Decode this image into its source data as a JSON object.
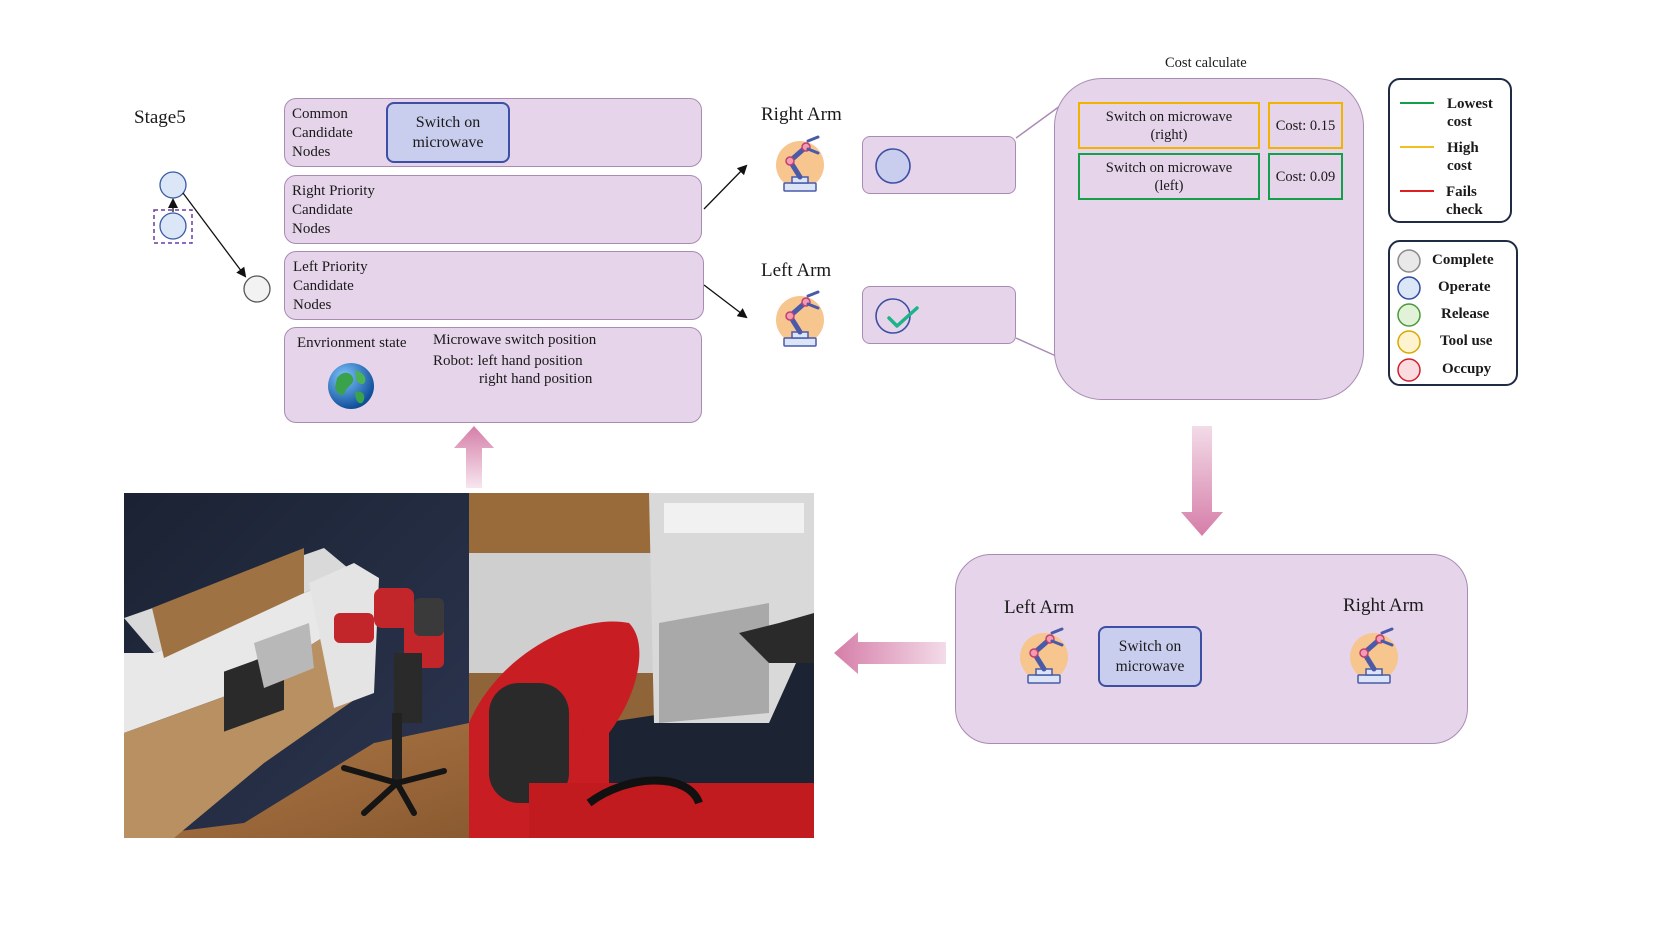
{
  "stage_label": "Stage5",
  "nodes_panel": {
    "common_label": "Common\nCandidate\nNodes",
    "common_task": "Switch on\nmicrowave",
    "right_label": "Right Priority\nCandidate\nNodes",
    "left_label": "Left Priority\nCandidate\nNodes",
    "env_label": "Envrionment state",
    "env_line1": "Microwave switch position",
    "env_line2": "Robot: left hand position",
    "env_line3": "right hand position"
  },
  "arms": {
    "right_label": "Right Arm",
    "left_label": "Left Arm"
  },
  "cost": {
    "title": "Cost calculate",
    "rows": [
      {
        "task": "Switch on microwave\n(right)",
        "cost": "Cost: 0.15",
        "color": "#f0b400"
      },
      {
        "task": "Switch on microwave\n(left)",
        "cost": "Cost: 0.09",
        "color": "#12a14a"
      }
    ]
  },
  "legend_lines": [
    {
      "label": "Lowest\ncost",
      "color": "#12a14a"
    },
    {
      "label": "High\ncost",
      "color": "#f0c020"
    },
    {
      "label": "Fails\ncheck",
      "color": "#e02020"
    }
  ],
  "legend_states": [
    {
      "label": "Complete",
      "fill": "#e9e9e9",
      "stroke": "#8a8a8a"
    },
    {
      "label": "Operate",
      "fill": "#dbe6f7",
      "stroke": "#2e4aa0"
    },
    {
      "label": "Release",
      "fill": "#e1f2d8",
      "stroke": "#4a9a3a"
    },
    {
      "label": "Tool use",
      "fill": "#fdf4cf",
      "stroke": "#d8a800"
    },
    {
      "label": "Occupy",
      "fill": "#f9dbe0",
      "stroke": "#d0202f"
    }
  ],
  "result": {
    "left_label": "Left Arm",
    "right_label": "Right Arm",
    "task": "Switch on\nmicrowave"
  },
  "colors": {
    "panel_fill": "#e6d5ea",
    "panel_border": "#a98bb4",
    "arrow_pink": "#d57ea8",
    "task_blue": "#3d4fa3"
  }
}
